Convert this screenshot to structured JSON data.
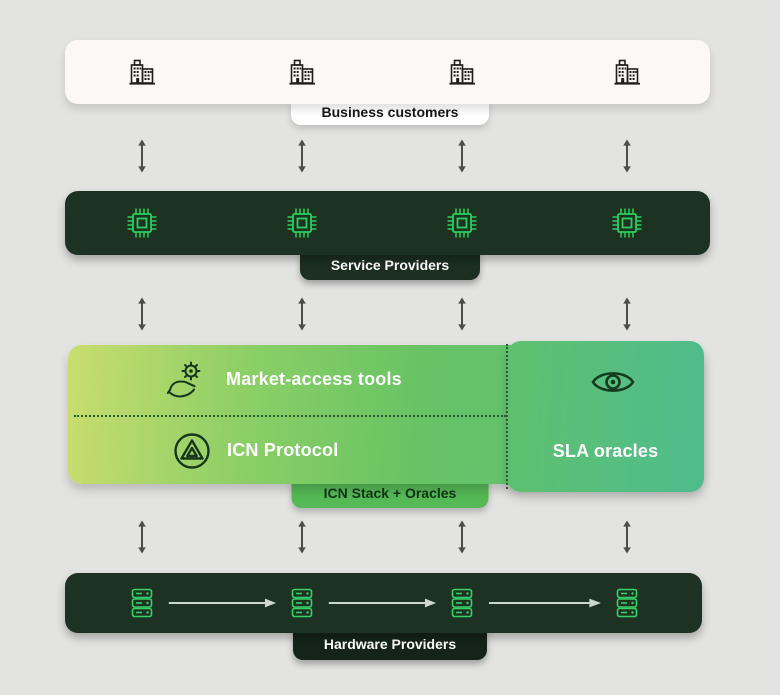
{
  "business_row": {
    "tab_label": "Business customers",
    "icon": "building-icon",
    "icon_count": 4
  },
  "service_row": {
    "tab_label": "Service Providers",
    "icon": "chip-icon",
    "icon_count": 4
  },
  "stack_box": {
    "market_access_label": "Market-access tools",
    "icn_protocol_label": "ICN Protocol",
    "sla_oracles_label": "SLA oracles",
    "tab_label": "ICN Stack + Oracles",
    "icons": [
      "hand-gear-icon",
      "icn-protocol-logo-icon",
      "eye-icon"
    ]
  },
  "hardware_row": {
    "tab_label": "Hardware Providers",
    "icon": "server-icon",
    "icon_count": 4
  },
  "connectors": {
    "vertical_arrows_per_gap": 4,
    "horizontal_arrows_in_hardware_row": 3
  },
  "colors": {
    "background": "#e3e3e2",
    "light_bar": "#fcf8f7",
    "dark_bar": "#1e3224",
    "dark_tab": "#1c2f21",
    "chip_green": "#2bd05c",
    "server_green": "#35d066",
    "stack_gradient_left": "#c9dd6e",
    "stack_gradient_mid": "#68c364",
    "stack_gradient_right": "#4fbc8e",
    "stack_tab_bg": "#55b955",
    "stack_tab_text": "#143519",
    "dotted_divider": "#2a5c33",
    "vertical_arrow": "#4c4c4c",
    "hardware_arrow": "#ccd8cc",
    "stack_icon_dark": "#17371d"
  }
}
